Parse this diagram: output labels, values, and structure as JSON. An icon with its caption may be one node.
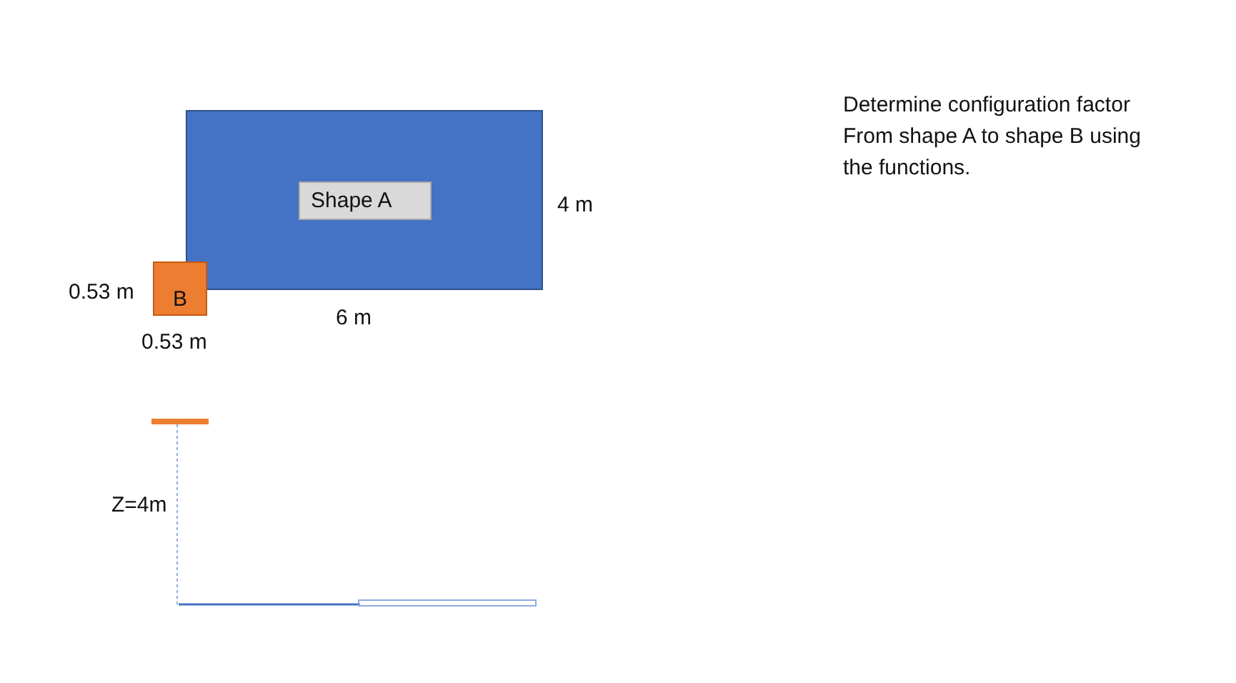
{
  "diagram": {
    "nodes": [
      {
        "text": [
          "Shape A"
        ]
      },
      {
        "text": [
          "B"
        ]
      }
    ],
    "edges": [],
    "labels": [
      "Determine configuration factor From shape A to shape B using the functions.",
      "4 m",
      "0.53 m",
      "6 m",
      "0.53 m",
      "Z=4m"
    ]
  }
}
